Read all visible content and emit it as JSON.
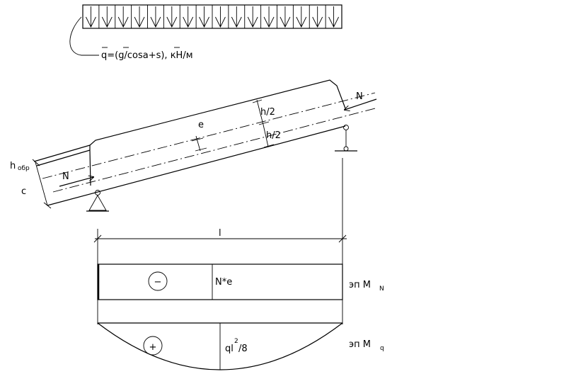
{
  "load": {
    "formula": "q=(g/cosa+s), кН/м"
  },
  "beam": {
    "force_left": "N",
    "force_right": "N",
    "ecc": "e",
    "half_h_top": "h/2",
    "half_h_bottom": "h/2",
    "h_label": "h",
    "h_sub": "обр",
    "c_label": "c"
  },
  "span": {
    "label": "l"
  },
  "diagram_n": {
    "sign": "−",
    "value": "N*e",
    "title": "эп М",
    "title_sub": "N"
  },
  "diagram_q": {
    "sign": "+",
    "value_pre": "ql",
    "value_sup": "2",
    "value_post": "/8",
    "title": "эп М",
    "title_sub": "q"
  }
}
